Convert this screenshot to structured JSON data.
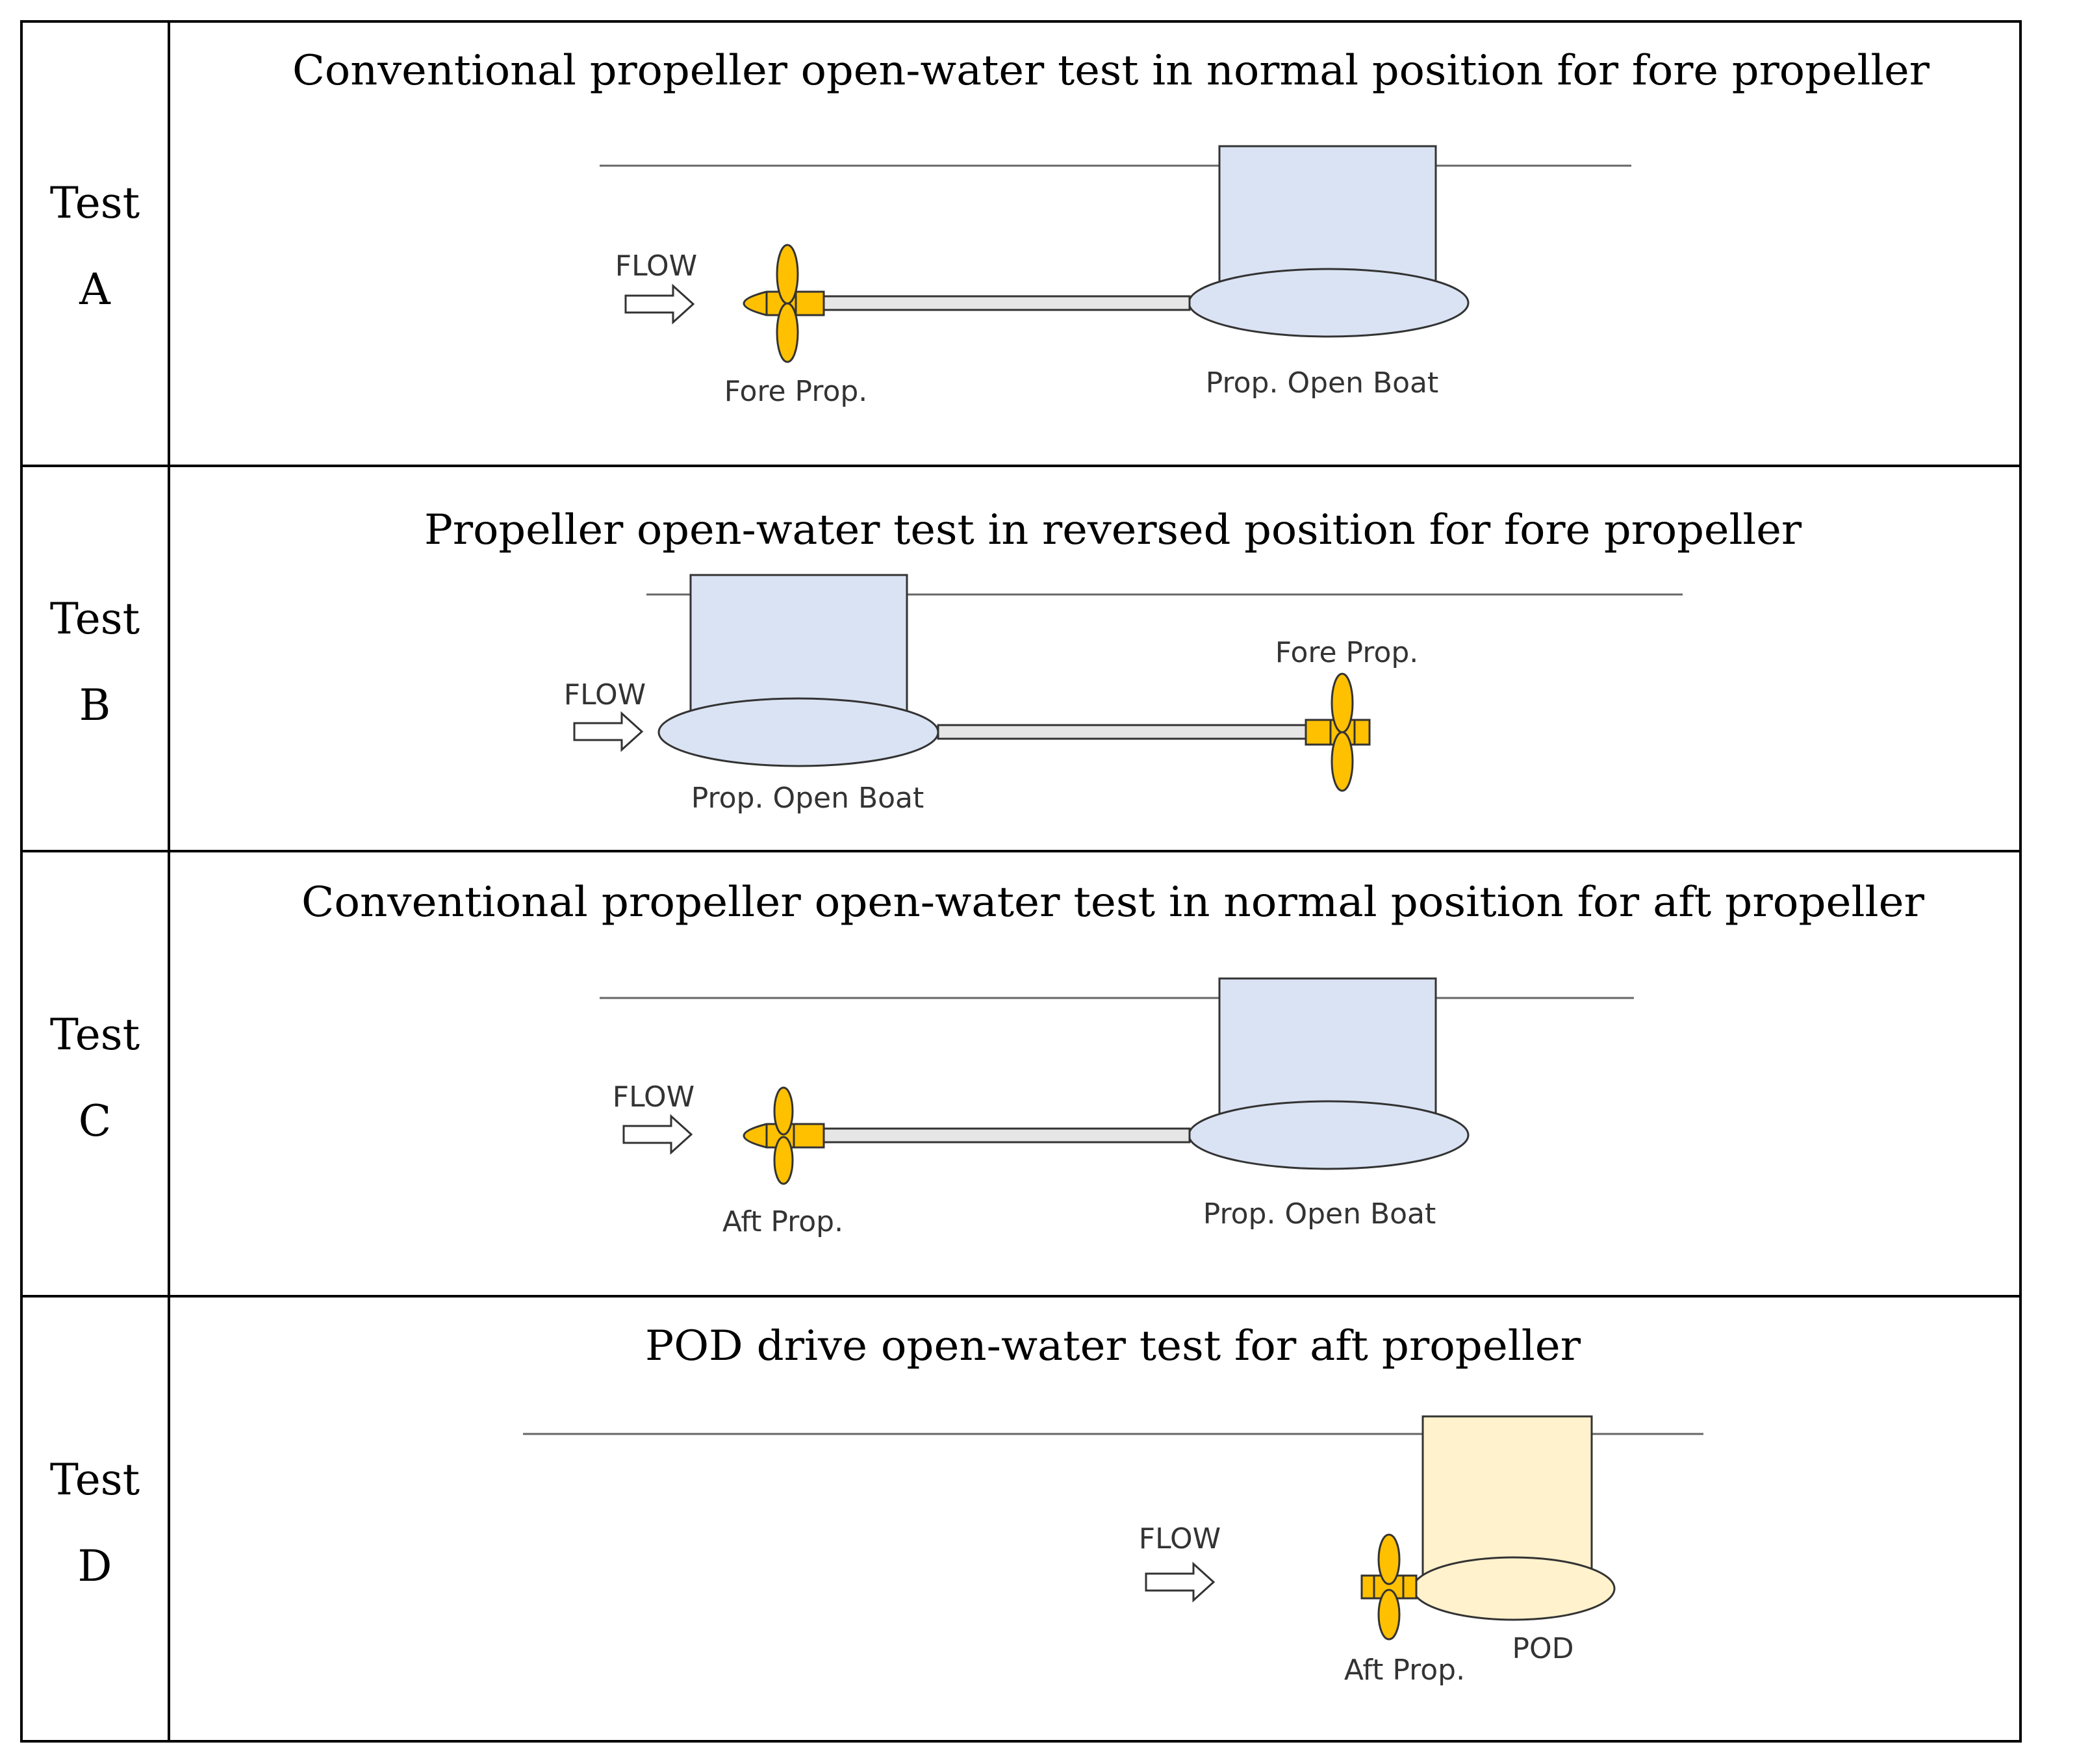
{
  "colors": {
    "border": "#000000",
    "water_line": "#666666",
    "boat_fill": "#dae3f3",
    "boat_stroke": "#333333",
    "pod_fill": "#fff2cc",
    "propeller": "#ffc000",
    "shaft_fill": "#e6e6e6",
    "text": "#000000",
    "label_text": "#333333"
  },
  "rows": [
    {
      "test_word": "Test",
      "test_letter": "A",
      "title": "Conventional propeller open-water test in normal position for fore propeller",
      "flow_label": "FLOW",
      "propeller_label": "Fore Prop.",
      "body_label": "Prop. Open Boat",
      "body_type": "boat-icon",
      "propeller_icon": "propeller-icon",
      "flow_icon": "flow-arrow-icon"
    },
    {
      "test_word": "Test",
      "test_letter": "B",
      "title": "Propeller open-water test in reversed position for fore propeller",
      "flow_label": "FLOW",
      "propeller_label": "Fore Prop.",
      "body_label": "Prop. Open Boat",
      "body_type": "boat-icon",
      "propeller_icon": "propeller-icon",
      "flow_icon": "flow-arrow-icon"
    },
    {
      "test_word": "Test",
      "test_letter": "C",
      "title": "Conventional propeller open-water test in normal position for aft propeller",
      "flow_label": "FLOW",
      "propeller_label": "Aft Prop.",
      "body_label": "Prop. Open Boat",
      "body_type": "boat-icon",
      "propeller_icon": "propeller-icon",
      "flow_icon": "flow-arrow-icon"
    },
    {
      "test_word": "Test",
      "test_letter": "D",
      "title": "POD drive open-water test for aft propeller",
      "flow_label": "FLOW",
      "propeller_label": "Aft Prop.",
      "body_label": "POD",
      "body_type": "pod-icon",
      "propeller_icon": "propeller-icon",
      "flow_icon": "flow-arrow-icon"
    }
  ]
}
